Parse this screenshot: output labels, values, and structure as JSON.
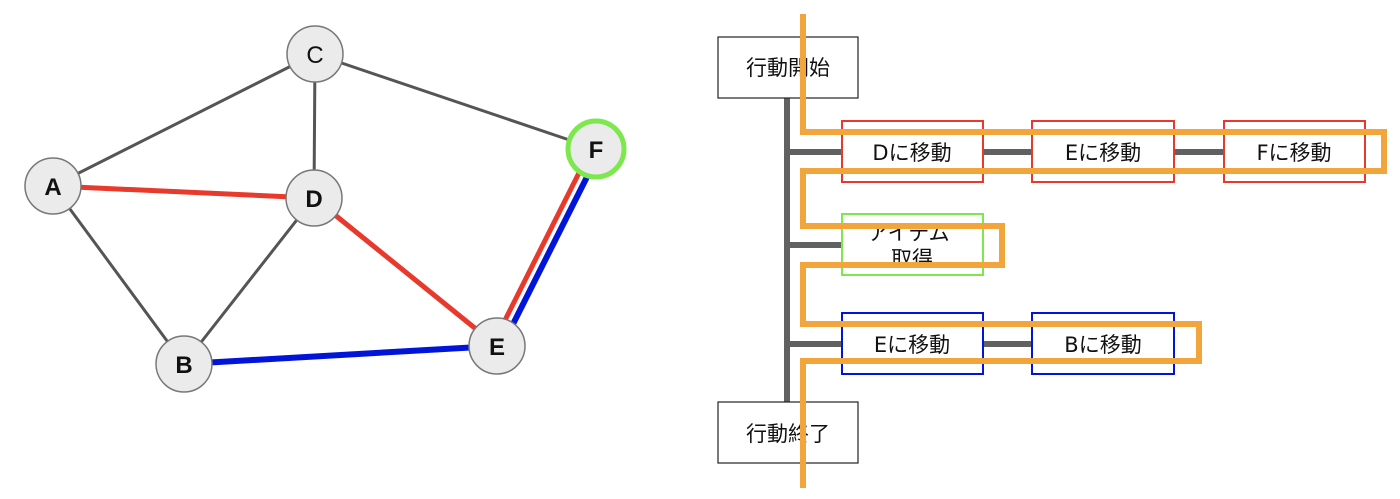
{
  "graph": {
    "nodes": [
      {
        "id": "A",
        "label": "A",
        "bold": true,
        "highlight": false
      },
      {
        "id": "B",
        "label": "B",
        "bold": true,
        "highlight": false
      },
      {
        "id": "C",
        "label": "C",
        "bold": false,
        "highlight": false
      },
      {
        "id": "D",
        "label": "D",
        "bold": true,
        "highlight": false
      },
      {
        "id": "E",
        "label": "E",
        "bold": true,
        "highlight": false
      },
      {
        "id": "F",
        "label": "F",
        "bold": true,
        "highlight": true
      }
    ],
    "edges": [
      {
        "from": "A",
        "to": "C",
        "color": "plain"
      },
      {
        "from": "C",
        "to": "D",
        "color": "plain"
      },
      {
        "from": "C",
        "to": "F",
        "color": "plain"
      },
      {
        "from": "A",
        "to": "B",
        "color": "plain"
      },
      {
        "from": "B",
        "to": "D",
        "color": "plain"
      },
      {
        "from": "A",
        "to": "D",
        "color": "red"
      },
      {
        "from": "D",
        "to": "E",
        "color": "red"
      },
      {
        "from": "B",
        "to": "E",
        "color": "blue"
      },
      {
        "from": "E",
        "to": "F",
        "color": "red+blue"
      }
    ]
  },
  "flow": {
    "start": "行動開始",
    "end": "行動終了",
    "route_red": [
      "Dに移動",
      "Eに移動",
      "Fに移動"
    ],
    "item": "アイテム取得",
    "route_blue": [
      "Eに移動",
      "Bに移動"
    ]
  },
  "colors": {
    "red": "#e83a2c",
    "blue": "#0015d9",
    "green": "#7de84d",
    "orange": "#f2a53a",
    "edge": "#555555",
    "spine": "#616161",
    "node_fill": "#ebebeb"
  }
}
